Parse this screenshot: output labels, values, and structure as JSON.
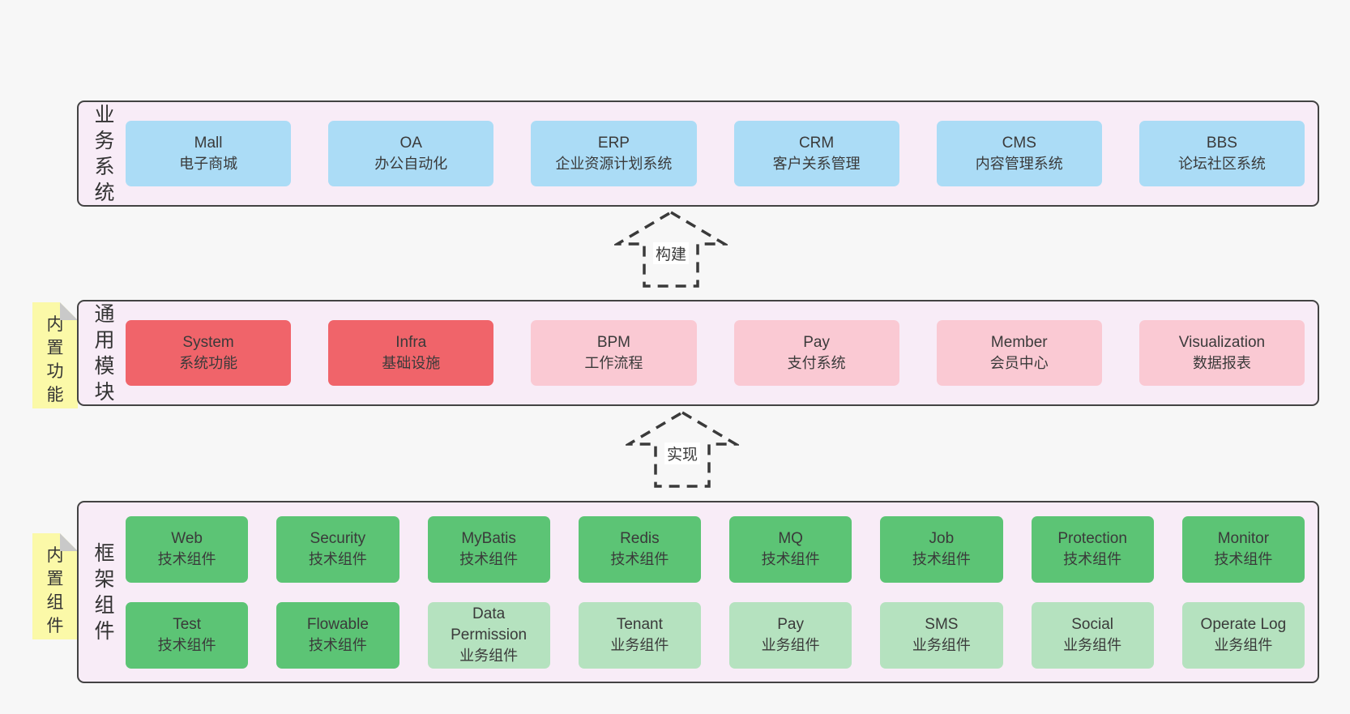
{
  "colors": {
    "page_bg": "#f7f7f7",
    "panel_bg": "#f8ecf7",
    "panel_border": "#434343",
    "box_blue": "#abdcf6",
    "box_red": "#f0646a",
    "box_pink": "#fac9d3",
    "box_green": "#5cc475",
    "box_light_green": "#b5e2bf",
    "note_yellow": "#fbf9a8",
    "note_fold_gray": "#c9c9c9",
    "text": "#3a3a3a",
    "arrow_label_bg": "#ffffff"
  },
  "arrows": [
    {
      "label": "构建"
    },
    {
      "label": "实现"
    }
  ],
  "bands": [
    {
      "label": "业务系统",
      "boxes": [
        {
          "name": "Mall",
          "desc": "电子商城"
        },
        {
          "name": "OA",
          "desc": "办公自动化"
        },
        {
          "name": "ERP",
          "desc": "企业资源计划系统"
        },
        {
          "name": "CRM",
          "desc": "客户关系管理"
        },
        {
          "name": "CMS",
          "desc": "内容管理系统"
        },
        {
          "name": "BBS",
          "desc": "论坛社区系统"
        }
      ]
    },
    {
      "label": "通用模块",
      "note": "内置功能",
      "boxes": [
        {
          "name": "System",
          "desc": "系统功能"
        },
        {
          "name": "Infra",
          "desc": "基础设施"
        },
        {
          "name": "BPM",
          "desc": "工作流程"
        },
        {
          "name": "Pay",
          "desc": "支付系统"
        },
        {
          "name": "Member",
          "desc": "会员中心"
        },
        {
          "name": "Visualization",
          "desc": "数据报表"
        }
      ]
    },
    {
      "label": "框架组件",
      "note": "内置组件",
      "rows": [
        [
          {
            "name": "Web",
            "desc": "技术组件"
          },
          {
            "name": "Security",
            "desc": "技术组件"
          },
          {
            "name": "MyBatis",
            "desc": "技术组件"
          },
          {
            "name": "Redis",
            "desc": "技术组件"
          },
          {
            "name": "MQ",
            "desc": "技术组件"
          },
          {
            "name": "Job",
            "desc": "技术组件"
          },
          {
            "name": "Protection",
            "desc": "技术组件"
          },
          {
            "name": "Monitor",
            "desc": "技术组件"
          }
        ],
        [
          {
            "name": "Test",
            "desc": "技术组件"
          },
          {
            "name": "Flowable",
            "desc": "技术组件"
          },
          {
            "name": "Data Permission",
            "desc": "业务组件"
          },
          {
            "name": "Tenant",
            "desc": "业务组件"
          },
          {
            "name": "Pay",
            "desc": "业务组件"
          },
          {
            "name": "SMS",
            "desc": "业务组件"
          },
          {
            "name": "Social",
            "desc": "业务组件"
          },
          {
            "name": "Operate Log",
            "desc": "业务组件"
          }
        ]
      ]
    }
  ]
}
